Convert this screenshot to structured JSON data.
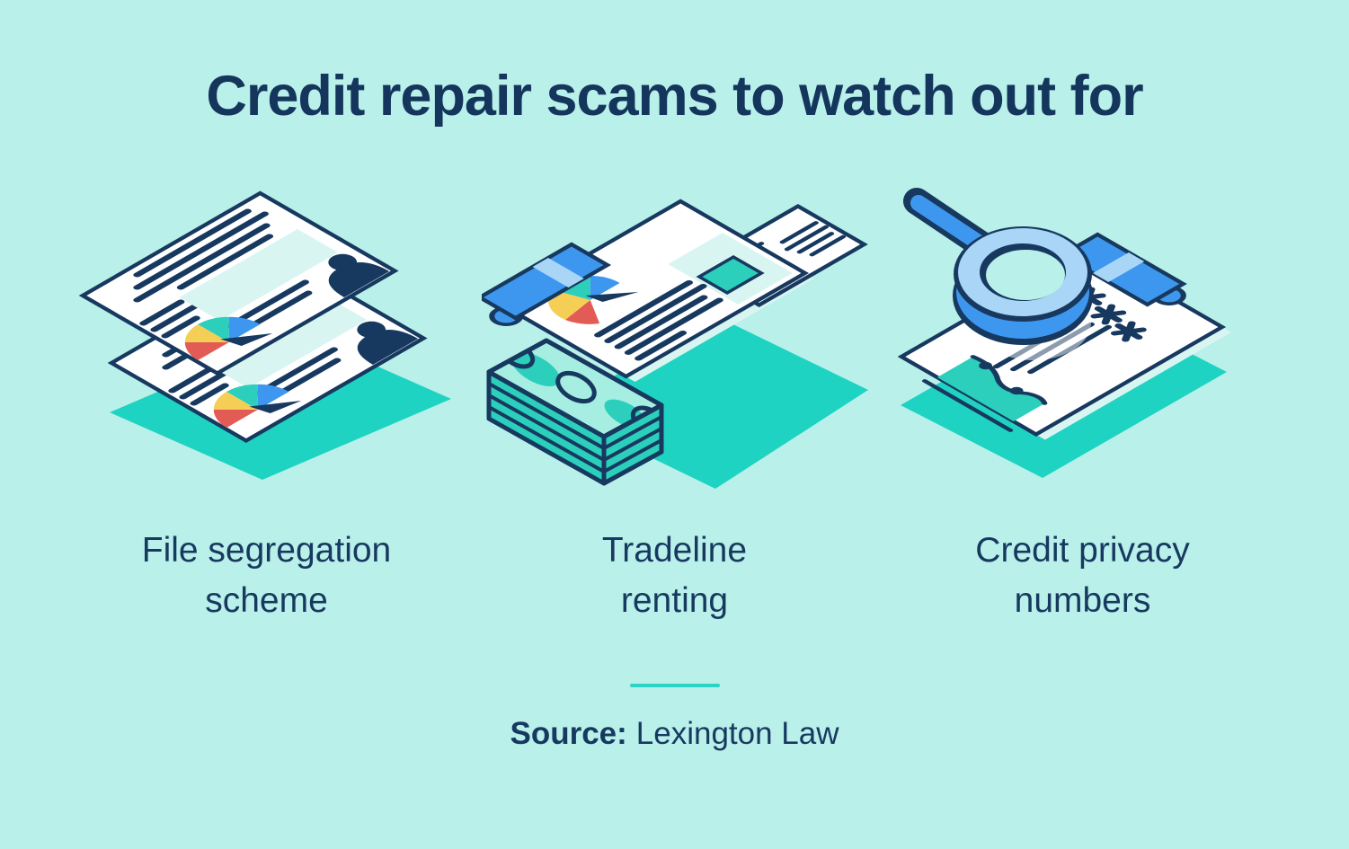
{
  "title": "Credit repair scams to watch out for",
  "scams": [
    {
      "label_lines": [
        "File segregation",
        "scheme"
      ],
      "illustration": "stacked-credit-reports"
    },
    {
      "label_lines": [
        "Tradeline",
        "renting"
      ],
      "illustration": "clipboard-money-idcard"
    },
    {
      "label_lines": [
        "Credit privacy",
        "numbers"
      ],
      "illustration": "magnifier-over-report"
    }
  ],
  "source": {
    "label": "Source:",
    "name": "Lexington Law"
  },
  "colors": {
    "background": "#B9F0EA",
    "navy": "#17395F",
    "teal_shadow": "#1FD3C2",
    "teal": "#2BCFBB",
    "blue": "#3E97EE",
    "light_blue": "#A9D6F7",
    "pale_mint": "#D9F5F2",
    "red": "#E25C55",
    "yellow": "#F5CE55"
  }
}
